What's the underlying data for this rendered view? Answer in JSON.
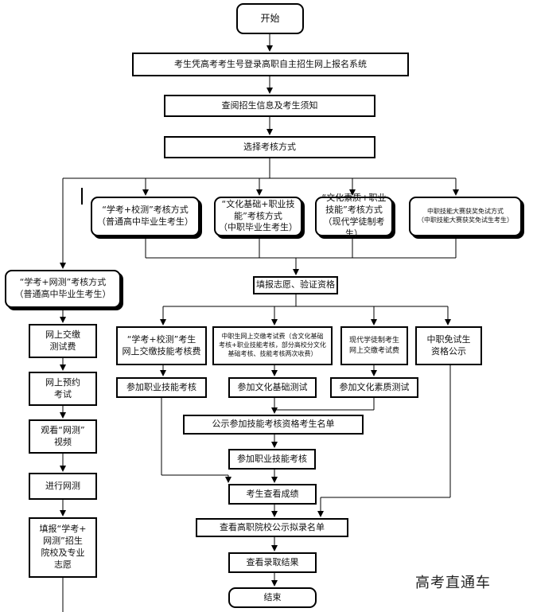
{
  "nodes": {
    "start": "开始",
    "login": "考生凭高考考生号登录高职自主招生网上报名系统",
    "read_info": "查阅招生信息及考生须知",
    "choose_method": "选择考核方式",
    "method_xuekao_xiaoce": "“学考+校测”考核方式\n（普通高中毕业生考生）",
    "method_wenhua_zhiye": "“文化基础+职业技\n能”考核方式\n（中职毕业生考生）",
    "method_wenhua_suzhi": "“文化素质+职业\n技能”考核方式\n（现代学徒制考生）",
    "method_zhongzhi_mianshi": "中职技能大赛获奖免试方式\n（中职技能大赛获奖免试生考生）",
    "method_xuekao_wangce": "“学考+网测”考核方式\n（普通高中毕业生考生）",
    "pay_online": "网上交缴\n测试费",
    "book_exam": "网上预约\n考试",
    "watch_video": "观看“网测”\n视频",
    "do_online_test": "进行网测",
    "fill_wangce_app": "填报“学考+\n网测”招生\n院校及专业\n志愿",
    "fill_verify": "填报志愿、验证资格",
    "pay_skill_fee": "“学考+校测”考生\n网上交缴技能考核费",
    "pay_zhongzhi_fee": "中职生网上交缴考试费（含文化基础\n考核+职业技能考核，部分高校分文化\n基础考核、技能考核两次收费）",
    "pay_xiandai_fee": "现代学徒制考生\n网上交缴考试费",
    "zhongzhi_publish": "中职免试生\n资格公示",
    "attend_skill_1": "参加职业技能考核",
    "attend_wenhua_test": "参加文化基础测试",
    "attend_suzhi_test": "参加文化素质测试",
    "publish_skill_list": "公示参加技能考核资格考生名单",
    "attend_skill_2": "参加职业技能考核",
    "check_scores": "考生查看成绩",
    "check_admit_list": "查看高职院校公示拟录名单",
    "check_result": "查看录取结果",
    "end": "结束"
  },
  "watermark": "高考直通车"
}
